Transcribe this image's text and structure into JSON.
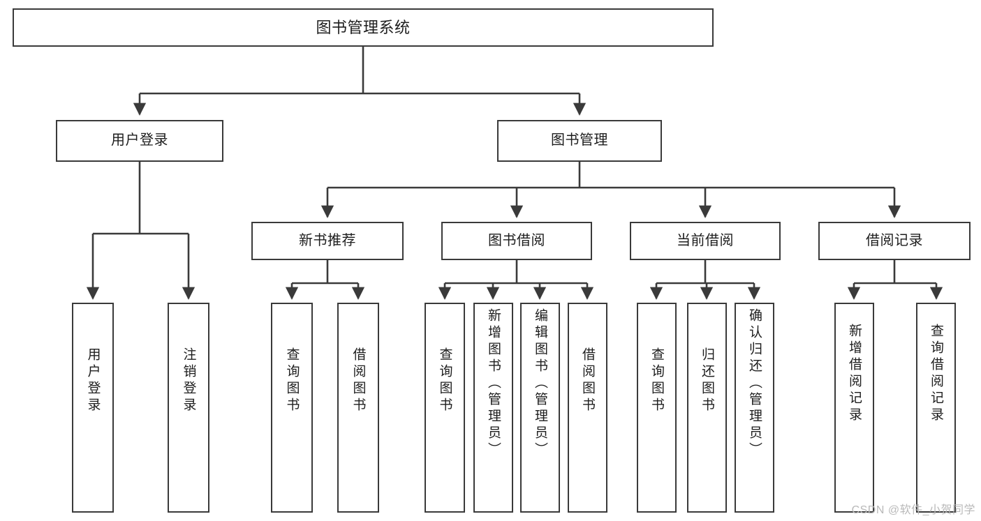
{
  "diagram": {
    "title": "图书管理系统",
    "watermark": "CSDN @软件_小贺同学",
    "line_color": "#3a3a3a",
    "box_fill": "#ffffff",
    "text_color": "#1d1d1d",
    "watermark_color": "#b9b9b9"
  },
  "nodes": {
    "root": {
      "label": "图书管理系统"
    },
    "level2": [
      {
        "label": "用户登录"
      },
      {
        "label": "图书管理"
      }
    ],
    "level3": [
      {
        "label": "新书推荐"
      },
      {
        "label": "图书借阅"
      },
      {
        "label": "当前借阅"
      },
      {
        "label": "借阅记录"
      }
    ],
    "leaves": {
      "user_login": [
        {
          "label": "用户登录"
        },
        {
          "label": "注销登录"
        }
      ],
      "new_book_recommend": [
        {
          "label": "查询图书"
        },
        {
          "label": "借阅图书"
        }
      ],
      "book_borrow": [
        {
          "label": "查询图书"
        },
        {
          "label": "新增图书（管理员）"
        },
        {
          "label": "编辑图书（管理员）"
        },
        {
          "label": "借阅图书"
        }
      ],
      "current_borrow": [
        {
          "label": "查询图书"
        },
        {
          "label": "归还图书"
        },
        {
          "label": "确认归还（管理员）"
        }
      ],
      "borrow_record": [
        {
          "label": "新增借阅记录"
        },
        {
          "label": "查询借阅记录"
        }
      ]
    }
  },
  "chart_data": {
    "type": "tree-diagram",
    "title": "图书管理系统",
    "orientation": "top-down",
    "tree": {
      "name": "图书管理系统",
      "children": [
        {
          "name": "用户登录",
          "children": [
            {
              "name": "用户登录"
            },
            {
              "name": "注销登录"
            }
          ]
        },
        {
          "name": "图书管理",
          "children": [
            {
              "name": "新书推荐",
              "children": [
                {
                  "name": "查询图书"
                },
                {
                  "name": "借阅图书"
                }
              ]
            },
            {
              "name": "图书借阅",
              "children": [
                {
                  "name": "查询图书"
                },
                {
                  "name": "新增图书（管理员）"
                },
                {
                  "name": "编辑图书（管理员）"
                },
                {
                  "name": "借阅图书"
                }
              ]
            },
            {
              "name": "当前借阅",
              "children": [
                {
                  "name": "查询图书"
                },
                {
                  "name": "归还图书"
                },
                {
                  "name": "确认归还（管理员）"
                }
              ]
            },
            {
              "name": "借阅记录",
              "children": [
                {
                  "name": "新增借阅记录"
                },
                {
                  "name": "查询借阅记录"
                }
              ]
            }
          ]
        }
      ]
    }
  }
}
